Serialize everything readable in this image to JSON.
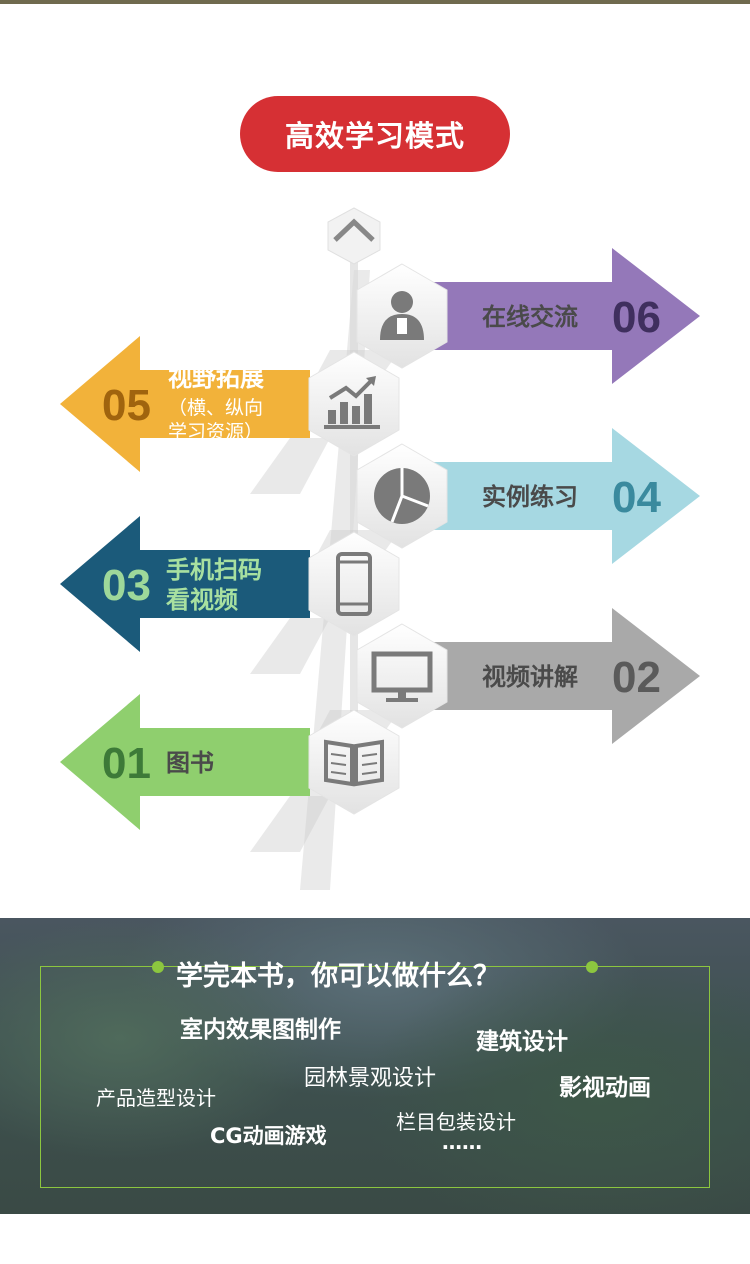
{
  "title": "高效学习模式",
  "steps": [
    {
      "num": "06",
      "label": "在线交流",
      "icon": "person-icon",
      "color": "#9478b9",
      "num_color": "#3f2f5e"
    },
    {
      "num": "05",
      "label": "视野拓展",
      "sublabel_1": "（横、纵向",
      "sublabel_2": "学习资源）",
      "icon": "growth-chart-icon",
      "color": "#f2b23a",
      "num_color": "#a0640e"
    },
    {
      "num": "04",
      "label": "实例练习",
      "icon": "pie-chart-icon",
      "color": "#a6d8e2",
      "num_color": "#3a8a9e"
    },
    {
      "num": "03",
      "label": "手机扫码",
      "label_2": "看视频",
      "icon": "mobile-phone-icon",
      "color": "#1b5a7a",
      "num_color": "#9ed89a"
    },
    {
      "num": "02",
      "label": "视频讲解",
      "icon": "monitor-icon",
      "color": "#a9a9a9",
      "num_color": "#5a5a5a"
    },
    {
      "num": "01",
      "label": "图书",
      "icon": "book-icon",
      "color": "#8fcf6e",
      "num_color": "#3d7a38"
    }
  ],
  "bottom": {
    "heading": "学完本书，你可以做什么？",
    "k1": "室内效果图制作",
    "k2": "建筑设计",
    "k3": "园林景观设计",
    "k4": "产品造型设计",
    "k5": "影视动画",
    "k6": "栏目包装设计",
    "k7": "CG动画游戏",
    "ellipsis": "……",
    "accent": "#8cc63f"
  }
}
